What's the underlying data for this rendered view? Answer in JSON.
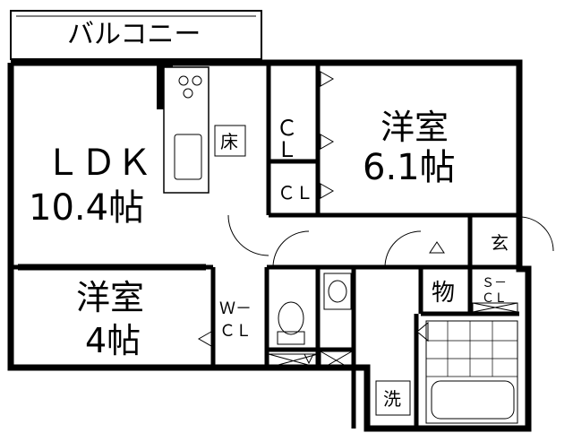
{
  "rooms": {
    "balcony": "バルコニー",
    "ldk_name": "ＬＤＫ",
    "ldk_size": "10.4帖",
    "western_large_name": "洋室",
    "western_large_size": "6.1帖",
    "western_small_name": "洋室",
    "western_small_size": "4帖",
    "closet_tall": "ＣＬ",
    "closet_small": "ＣＬ",
    "walkin_top": "Ｗ－",
    "walkin_bottom": "ＣＬ",
    "floor_storage": "床",
    "entrance": "玄",
    "storage": "物",
    "shoe_top": "Ｓ－",
    "shoe_bottom": "ＣＬ",
    "washer": "洗"
  }
}
